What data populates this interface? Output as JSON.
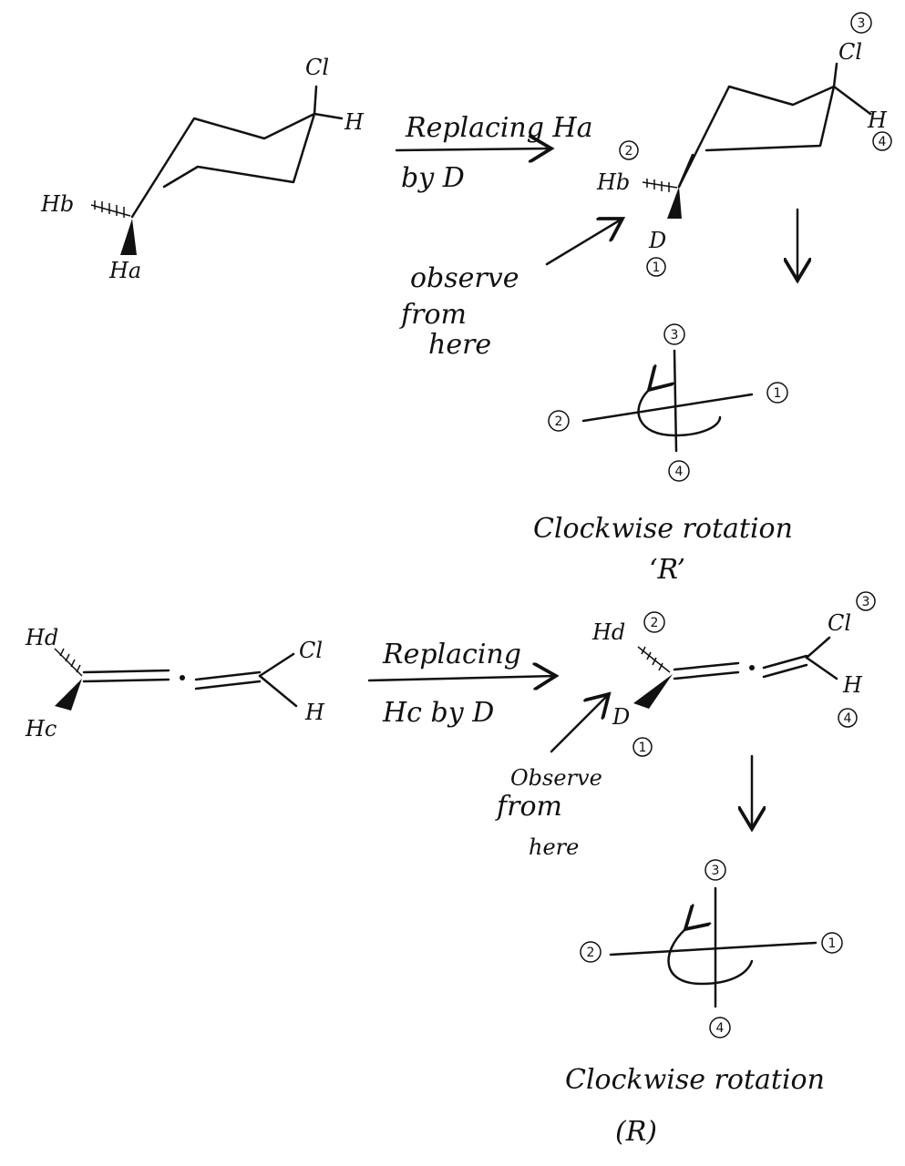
{
  "reaction1": {
    "reactant": {
      "cl": "Cl",
      "h": "H",
      "hb": "Hb",
      "ha": "Ha"
    },
    "arrow_top": "Replacing Ha",
    "arrow_bottom": "by D",
    "product": {
      "cl": "Cl",
      "h": "H",
      "hb": "Hb",
      "d": "D",
      "p_cl": "3",
      "p_h": "4",
      "p_hb": "2",
      "p_d": "1"
    },
    "observe": [
      "observe",
      "from",
      "here"
    ],
    "projection": {
      "top": "3",
      "right": "1",
      "left": "2",
      "bottom": "4"
    },
    "result": "Clockwise rotation",
    "config": "‘R’"
  },
  "reaction2": {
    "reactant": {
      "hd": "Hd",
      "hc": "Hc",
      "cl": "Cl",
      "h": "H"
    },
    "arrow_top": "Replacing",
    "arrow_bottom": "Hc by D",
    "product": {
      "hd": "Hd",
      "d": "D",
      "cl": "Cl",
      "h": "H",
      "p_hd": "2",
      "p_d": "1",
      "p_cl": "3",
      "p_h": "4"
    },
    "observe": [
      "Observe",
      "from",
      "here"
    ],
    "projection": {
      "top": "3",
      "right": "1",
      "left": "2",
      "bottom": "4"
    },
    "result": "Clockwise rotation",
    "config": "(R)"
  }
}
